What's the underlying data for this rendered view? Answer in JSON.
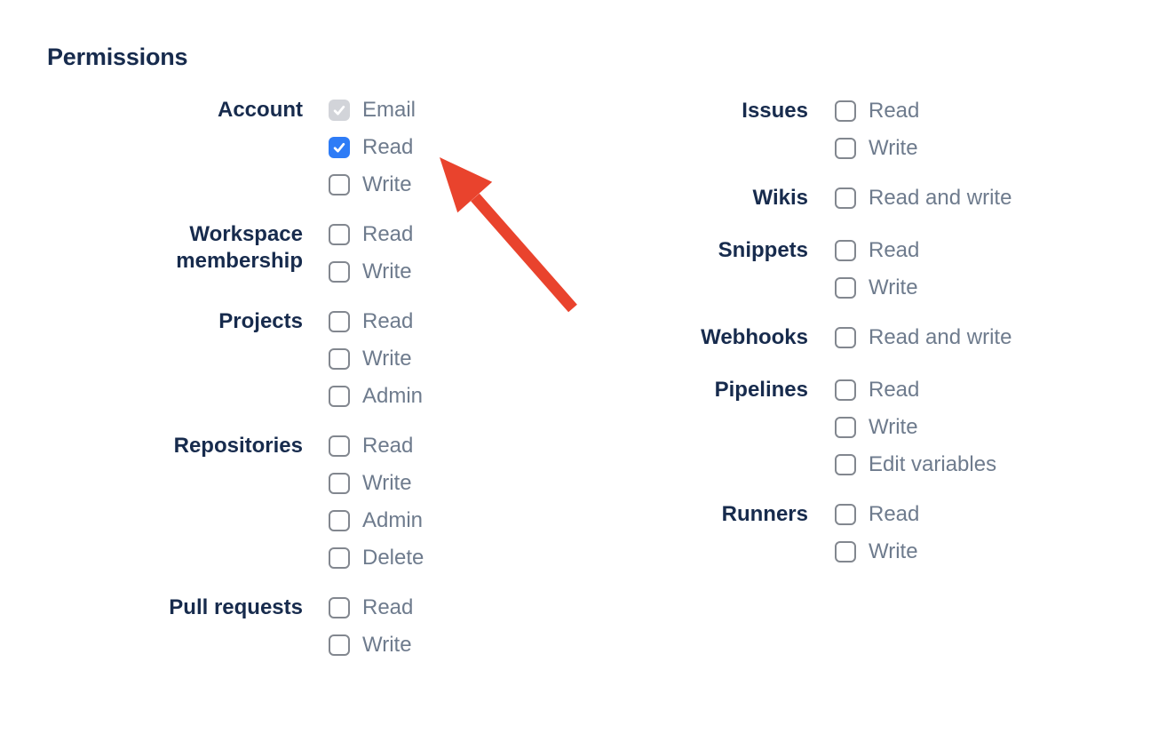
{
  "heading": "Permissions",
  "colors": {
    "heading_text": "#172B4D",
    "group_label_text": "#172B4D",
    "option_label_text": "#6E7B8D",
    "checkbox_border": "#82878F",
    "checkbox_checked_bg": "#2E7CF6",
    "checkbox_disabled_bg": "#D2D4D9",
    "checkmark": "#FFFFFF",
    "arrow": "#E9432D"
  },
  "columns": [
    {
      "name": "left",
      "groups": [
        {
          "label": "Account",
          "slug": "account",
          "options": [
            {
              "label": "Email",
              "slug": "email",
              "state": "checked-disabled"
            },
            {
              "label": "Read",
              "slug": "read",
              "state": "checked"
            },
            {
              "label": "Write",
              "slug": "write",
              "state": "unchecked"
            }
          ]
        },
        {
          "label": "Workspace membership",
          "slug": "workspace-membership",
          "options": [
            {
              "label": "Read",
              "slug": "read",
              "state": "unchecked"
            },
            {
              "label": "Write",
              "slug": "write",
              "state": "unchecked"
            }
          ]
        },
        {
          "label": "Projects",
          "slug": "projects",
          "options": [
            {
              "label": "Read",
              "slug": "read",
              "state": "unchecked"
            },
            {
              "label": "Write",
              "slug": "write",
              "state": "unchecked"
            },
            {
              "label": "Admin",
              "slug": "admin",
              "state": "unchecked"
            }
          ]
        },
        {
          "label": "Repositories",
          "slug": "repositories",
          "options": [
            {
              "label": "Read",
              "slug": "read",
              "state": "unchecked"
            },
            {
              "label": "Write",
              "slug": "write",
              "state": "unchecked"
            },
            {
              "label": "Admin",
              "slug": "admin",
              "state": "unchecked"
            },
            {
              "label": "Delete",
              "slug": "delete",
              "state": "unchecked"
            }
          ]
        },
        {
          "label": "Pull requests",
          "slug": "pull-requests",
          "options": [
            {
              "label": "Read",
              "slug": "read",
              "state": "unchecked"
            },
            {
              "label": "Write",
              "slug": "write",
              "state": "unchecked"
            }
          ]
        }
      ]
    },
    {
      "name": "right",
      "groups": [
        {
          "label": "Issues",
          "slug": "issues",
          "options": [
            {
              "label": "Read",
              "slug": "read",
              "state": "unchecked"
            },
            {
              "label": "Write",
              "slug": "write",
              "state": "unchecked"
            }
          ]
        },
        {
          "label": "Wikis",
          "slug": "wikis",
          "options": [
            {
              "label": "Read and write",
              "slug": "read-and-write",
              "state": "unchecked"
            }
          ]
        },
        {
          "label": "Snippets",
          "slug": "snippets",
          "options": [
            {
              "label": "Read",
              "slug": "read",
              "state": "unchecked"
            },
            {
              "label": "Write",
              "slug": "write",
              "state": "unchecked"
            }
          ]
        },
        {
          "label": "Webhooks",
          "slug": "webhooks",
          "options": [
            {
              "label": "Read and write",
              "slug": "read-and-write",
              "state": "unchecked"
            }
          ]
        },
        {
          "label": "Pipelines",
          "slug": "pipelines",
          "options": [
            {
              "label": "Read",
              "slug": "read",
              "state": "unchecked"
            },
            {
              "label": "Write",
              "slug": "write",
              "state": "unchecked"
            },
            {
              "label": "Edit variables",
              "slug": "edit-variables",
              "state": "unchecked"
            }
          ]
        },
        {
          "label": "Runners",
          "slug": "runners",
          "options": [
            {
              "label": "Read",
              "slug": "read",
              "state": "unchecked"
            },
            {
              "label": "Write",
              "slug": "write",
              "state": "unchecked"
            }
          ]
        }
      ]
    }
  ]
}
